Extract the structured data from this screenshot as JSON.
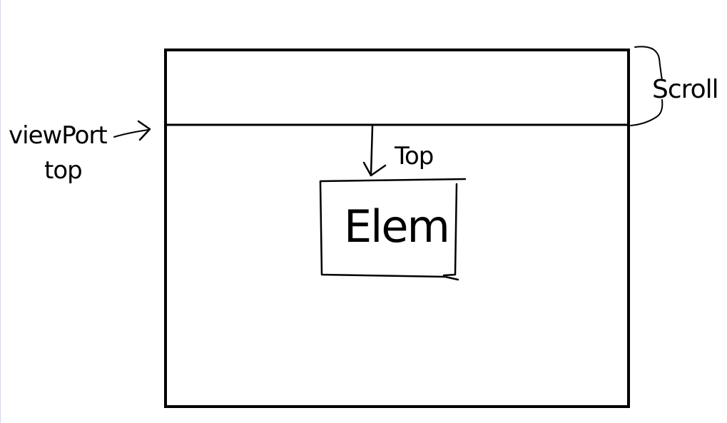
{
  "diagram": {
    "labels": {
      "scroll": "Scroll",
      "viewport_top_line1": "viewPort",
      "viewport_top_line2": "top",
      "top": "Top",
      "elem": "Elem"
    },
    "colors": {
      "ink": "#000000",
      "background": "#ffffff",
      "left_edge": "#d5d5f0"
    }
  }
}
